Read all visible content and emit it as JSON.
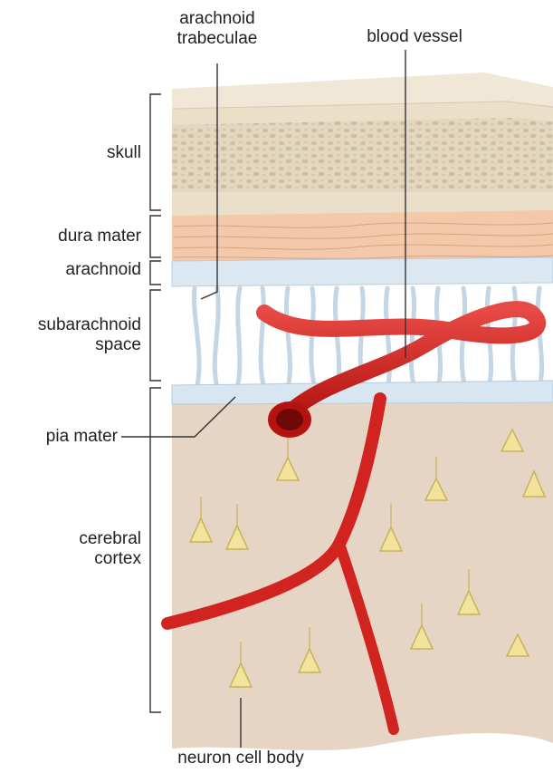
{
  "labels": {
    "arachnoid_trabeculae_line1": "arachnoid",
    "arachnoid_trabeculae_line2": "trabeculae",
    "blood_vessel": "blood vessel",
    "skull": "skull",
    "dura_mater": "dura mater",
    "arachnoid": "arachnoid",
    "subarachnoid_line1": "subarachnoid",
    "subarachnoid_line2": "space",
    "pia_mater": "pia mater",
    "cerebral_line1": "cerebral",
    "cerebral_line2": "cortex",
    "neuron_cell_body": "neuron cell body"
  },
  "colors": {
    "skull": "#e8dcc6",
    "dura": "#f1c6a7",
    "arachnoid": "#d9e7f2",
    "cortex": "#e4d3c2",
    "vessel": "#d4231f",
    "neuron": "#f0e39a"
  }
}
